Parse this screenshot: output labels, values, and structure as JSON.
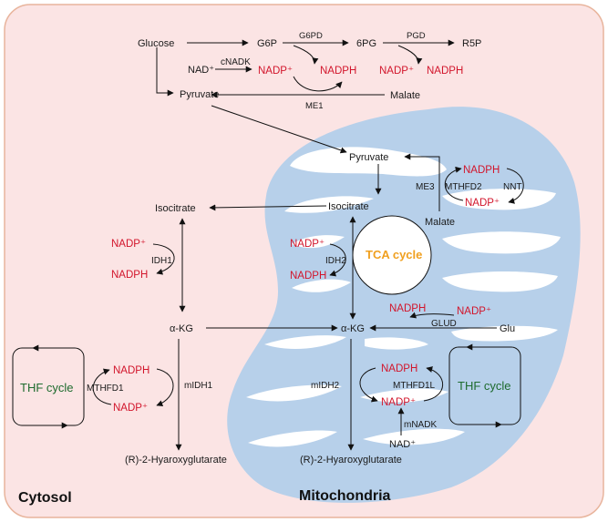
{
  "regions": {
    "cytosol": "Cytosol",
    "mitochondria": "Mitochondria"
  },
  "colors": {
    "cytosol_fill": "#fbe4e4",
    "cytosol_border": "#e8b49c",
    "mito_fill": "#b7d0ea",
    "cofactor": "#d2152b",
    "tca": "#f0a020",
    "thf": "#1e6b2e"
  },
  "cytosol": {
    "glucose": "Glucose",
    "g6p": "G6P",
    "pg6": "6PG",
    "r5p": "R5P",
    "g6pd": "G6PD",
    "pgd": "PGD",
    "nadp_g6pd": "NADP⁺",
    "nadph_g6pd": "NADPH",
    "nadp_pgd": "NADP⁺",
    "nadph_pgd": "NADPH",
    "nad": "NAD⁺",
    "cnadk": "cNADK",
    "pyruvate": "Pyruvate",
    "malate": "Malate",
    "me1": "ME1",
    "isocitrate": "Isocitrate",
    "idh1": "IDH1",
    "nadp_idh1": "NADP⁺",
    "nadph_idh1": "NADPH",
    "akg": "α-KG",
    "thf_cycle": "THF cycle",
    "mthfd1": "MTHFD1",
    "nadph_mthfd1": "NADPH",
    "nadp_mthfd1": "NADP⁺",
    "midh1": "mIDH1",
    "r2hg": "(R)-2-Hyaroxyglutarate"
  },
  "mito": {
    "pyruvate": "Pyruvate",
    "me3": "ME3",
    "malate": "Malate",
    "mthfd2": "MTHFD2",
    "nnt": "NNT",
    "nadph_mthfd2": "NADPH",
    "nadp_mthfd2": "NADP⁺",
    "isocitrate": "Isocitrate",
    "tca_cycle": "TCA cycle",
    "idh2": "IDH2",
    "nadp_idh2": "NADP⁺",
    "nadph_idh2": "NADPH",
    "akg": "α-KG",
    "glu": "Glu",
    "glud": "GLUD",
    "nadph_glud": "NADPH",
    "nadp_glud": "NADP⁺",
    "midh2": "mIDH2",
    "mthfd1l": "MTHFD1L",
    "nadph_mthfd1l": "NADPH",
    "nadp_mthfd1l": "NADP⁺",
    "thf_cycle": "THF cycle",
    "mnadk": "mNADK",
    "nad": "NAD⁺",
    "r2hg": "(R)-2-Hyaroxyglutarate"
  }
}
